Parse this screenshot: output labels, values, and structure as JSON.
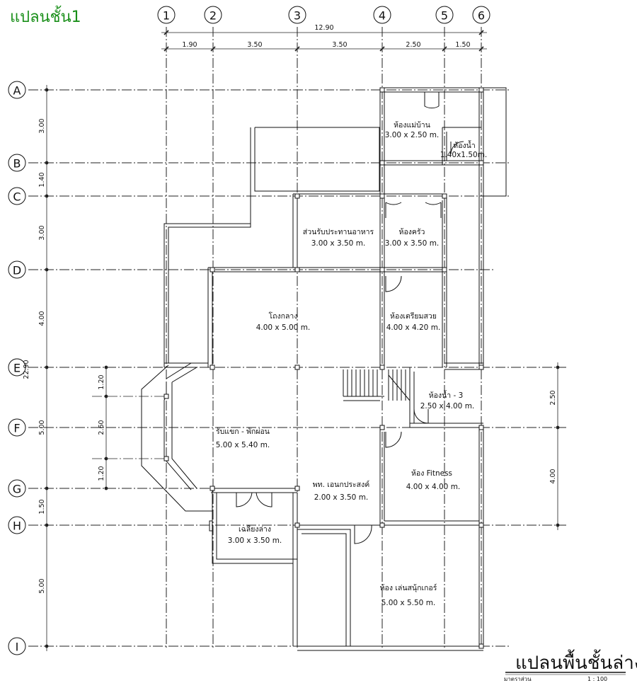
{
  "header": {
    "title": "แปลนชั้น1"
  },
  "grid": {
    "columns": [
      "1",
      "2",
      "3",
      "4",
      "5",
      "6"
    ],
    "rows": [
      "A",
      "B",
      "C",
      "D",
      "E",
      "F",
      "G",
      "H",
      "I"
    ]
  },
  "dimensions": {
    "top_total": "12.90",
    "top": [
      "1.90",
      "3.50",
      "3.50",
      "2.50",
      "1.50"
    ],
    "left_total": "22.90",
    "left": [
      "3.00",
      "1.40",
      "3.00",
      "4.00",
      "5.00",
      "1.50",
      "5.00"
    ],
    "bay": [
      "1.20",
      "2.60",
      "1.20"
    ],
    "right": [
      "2.50",
      "4.00"
    ]
  },
  "rooms": [
    {
      "name": "ห้องแม่บ้าน",
      "size": "3.00 x 2.50 m."
    },
    {
      "name": "ห้องน้ำ",
      "size": "1.40x1.50m."
    },
    {
      "name": "ส่วนรับประทานอาหาร",
      "size": "3.00 x 3.50 m."
    },
    {
      "name": "ห้องครัว",
      "size": "3.00 x 3.50 m."
    },
    {
      "name": "โถงกลาง",
      "size": "4.00 x 5.00 m."
    },
    {
      "name": "ห้องเตรียมสวย",
      "size": "4.00 x 4.20 m."
    },
    {
      "name": "ห้องน้ำ - 3",
      "size": "2.50 x 4.00 m."
    },
    {
      "name": "รับแขก - พักผ่อน",
      "size": "5.00 x 5.40 m."
    },
    {
      "name": "ห้อง Fitness",
      "size": "4.00 x 4.00 m."
    },
    {
      "name": "พท. เอนกประสงค์",
      "size": "2.00 x 3.50 m."
    },
    {
      "name": "เฉลียงล่าง",
      "size": "3.00 x 3.50 m."
    },
    {
      "name": "ห้อง เล่นสนุ้กเกอร์",
      "size": "5.00 x 5.50 m."
    }
  ],
  "footer": {
    "title": "แปลนพื้นชั้นล่าง",
    "scale_label": "มาตราส่วน",
    "scale_value": "1 : 100"
  }
}
